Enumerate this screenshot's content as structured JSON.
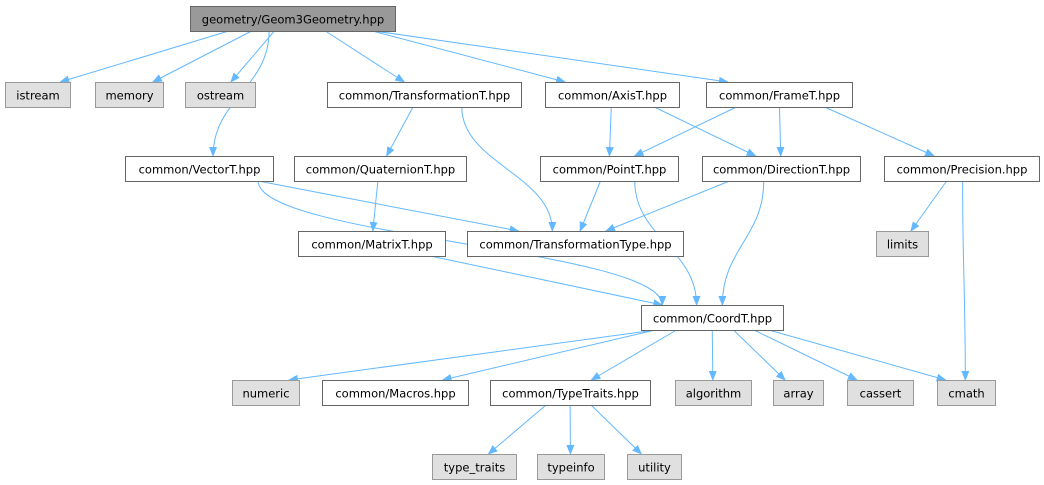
{
  "colors": {
    "edge": "#63b8ff",
    "node_fill": "#ffffff",
    "node_border": "#666666",
    "external_fill": "#e0e0e0",
    "external_border": "#999999",
    "root_fill": "#999999",
    "root_border": "#666666"
  },
  "nodes": {
    "root": {
      "label": "geometry/Geom3Geometry.hpp",
      "kind": "root"
    },
    "istream": {
      "label": "istream",
      "kind": "external"
    },
    "memory": {
      "label": "memory",
      "kind": "external"
    },
    "ostream": {
      "label": "ostream",
      "kind": "external"
    },
    "transformationT": {
      "label": "common/TransformationT.hpp",
      "kind": "internal"
    },
    "axisT": {
      "label": "common/AxisT.hpp",
      "kind": "internal"
    },
    "frameT": {
      "label": "common/FrameT.hpp",
      "kind": "internal"
    },
    "vectorT": {
      "label": "common/VectorT.hpp",
      "kind": "internal"
    },
    "quaternionT": {
      "label": "common/QuaternionT.hpp",
      "kind": "internal"
    },
    "pointT": {
      "label": "common/PointT.hpp",
      "kind": "internal"
    },
    "directionT": {
      "label": "common/DirectionT.hpp",
      "kind": "internal"
    },
    "precision": {
      "label": "common/Precision.hpp",
      "kind": "internal"
    },
    "matrixT": {
      "label": "common/MatrixT.hpp",
      "kind": "internal"
    },
    "transformationType": {
      "label": "common/TransformationType.hpp",
      "kind": "internal"
    },
    "limits": {
      "label": "limits",
      "kind": "external"
    },
    "coordT": {
      "label": "common/CoordT.hpp",
      "kind": "internal"
    },
    "numeric": {
      "label": "numeric",
      "kind": "external"
    },
    "macros": {
      "label": "common/Macros.hpp",
      "kind": "internal"
    },
    "typeTraits": {
      "label": "common/TypeTraits.hpp",
      "kind": "internal"
    },
    "algorithm": {
      "label": "algorithm",
      "kind": "external"
    },
    "array": {
      "label": "array",
      "kind": "external"
    },
    "cassert": {
      "label": "cassert",
      "kind": "external"
    },
    "cmath": {
      "label": "cmath",
      "kind": "external"
    },
    "type_traits": {
      "label": "type_traits",
      "kind": "external"
    },
    "typeinfo": {
      "label": "typeinfo",
      "kind": "external"
    },
    "utility": {
      "label": "utility",
      "kind": "external"
    }
  },
  "edges": [
    [
      "root",
      "istream"
    ],
    [
      "root",
      "memory"
    ],
    [
      "root",
      "ostream"
    ],
    [
      "root",
      "vectorT"
    ],
    [
      "root",
      "transformationT"
    ],
    [
      "root",
      "axisT"
    ],
    [
      "root",
      "frameT"
    ],
    [
      "transformationT",
      "quaternionT"
    ],
    [
      "transformationT",
      "transformationType"
    ],
    [
      "axisT",
      "pointT"
    ],
    [
      "axisT",
      "directionT"
    ],
    [
      "frameT",
      "pointT"
    ],
    [
      "frameT",
      "directionT"
    ],
    [
      "frameT",
      "precision"
    ],
    [
      "vectorT",
      "transformationType"
    ],
    [
      "vectorT",
      "coordT"
    ],
    [
      "quaternionT",
      "matrixT"
    ],
    [
      "pointT",
      "transformationType"
    ],
    [
      "pointT",
      "coordT"
    ],
    [
      "directionT",
      "transformationType"
    ],
    [
      "directionT",
      "coordT"
    ],
    [
      "precision",
      "limits"
    ],
    [
      "precision",
      "cmath"
    ],
    [
      "matrixT",
      "coordT"
    ],
    [
      "coordT",
      "numeric"
    ],
    [
      "coordT",
      "macros"
    ],
    [
      "coordT",
      "typeTraits"
    ],
    [
      "coordT",
      "algorithm"
    ],
    [
      "coordT",
      "array"
    ],
    [
      "coordT",
      "cassert"
    ],
    [
      "coordT",
      "cmath"
    ],
    [
      "typeTraits",
      "type_traits"
    ],
    [
      "typeTraits",
      "typeinfo"
    ],
    [
      "typeTraits",
      "utility"
    ]
  ]
}
